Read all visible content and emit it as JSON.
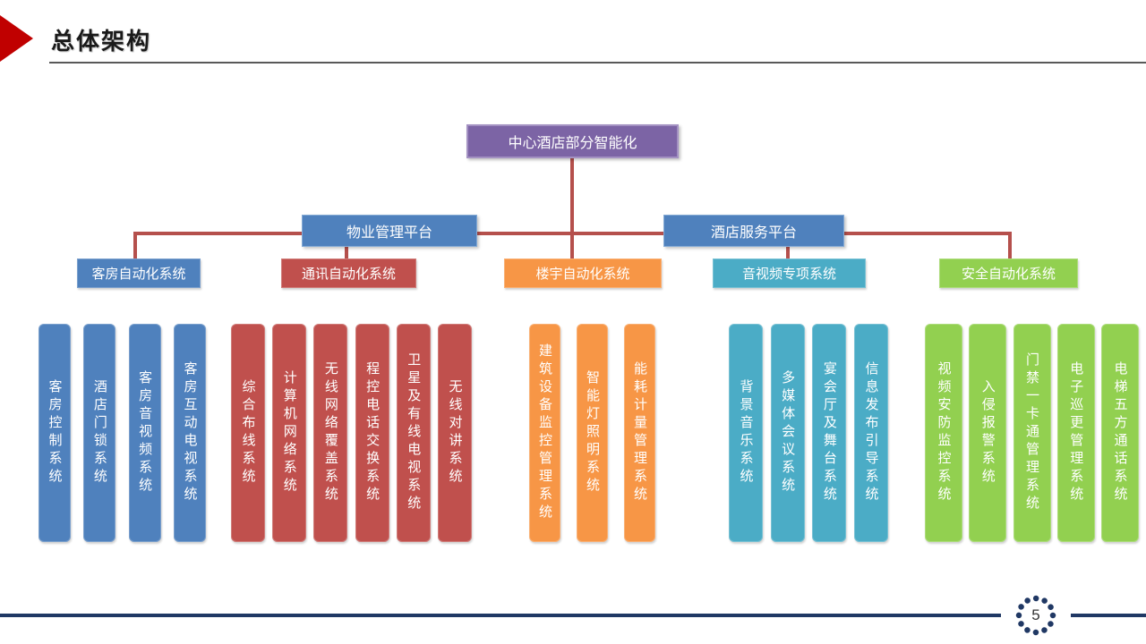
{
  "slide": {
    "title": "总体架构",
    "page_number": "5"
  },
  "chart": {
    "root_label": "中心酒店部分智能化",
    "platforms": [
      {
        "label": "物业管理平台"
      },
      {
        "label": "酒店服务平台"
      }
    ],
    "systems": [
      {
        "label": "客房自动化系统",
        "color_key": "blue",
        "children": [
          "客房控制系统",
          "酒店门锁系统",
          "客房音视频系统",
          "客房互动电视系统"
        ]
      },
      {
        "label": "通讯自动化系统",
        "color_key": "red",
        "children": [
          "综合布线系统",
          "计算机网络系统",
          "无线网络覆盖系统",
          "程控电话交换系统",
          "卫星及有线电视系统",
          "无线对讲系统"
        ]
      },
      {
        "label": "楼宇自动化系统",
        "color_key": "orange",
        "children": [
          "建筑设备监控管理系统",
          "智能灯照明系统",
          "能耗计量管理系统"
        ]
      },
      {
        "label": "音视频专项系统",
        "color_key": "teal",
        "children": [
          "背景音乐系统",
          "多媒体会议系统",
          "宴会厅及舞台系统",
          "信息发布引导系统"
        ]
      },
      {
        "label": "安全自动化系统",
        "color_key": "green",
        "children": [
          "视频安防监控系统",
          "入侵报警系统",
          "门禁一卡通管理系统",
          "电子巡更管理系统",
          "电梯五方通话系统"
        ]
      }
    ]
  },
  "colors": {
    "title-arrow": "#c00000",
    "title-text": "#1a1a1a",
    "title-rule": "#595959",
    "connector": "#b5504c",
    "root-fill": "#7c64a5",
    "root-border": "#a391c2",
    "platform-fill": "#4f81bd",
    "platform-border": "#85abd5",
    "blue": "#4f81bd",
    "red": "#c0504d",
    "orange": "#f79646",
    "teal": "#4bacc6",
    "green": "#92d050",
    "footer-line": "#203864",
    "page-number": "#333333"
  }
}
